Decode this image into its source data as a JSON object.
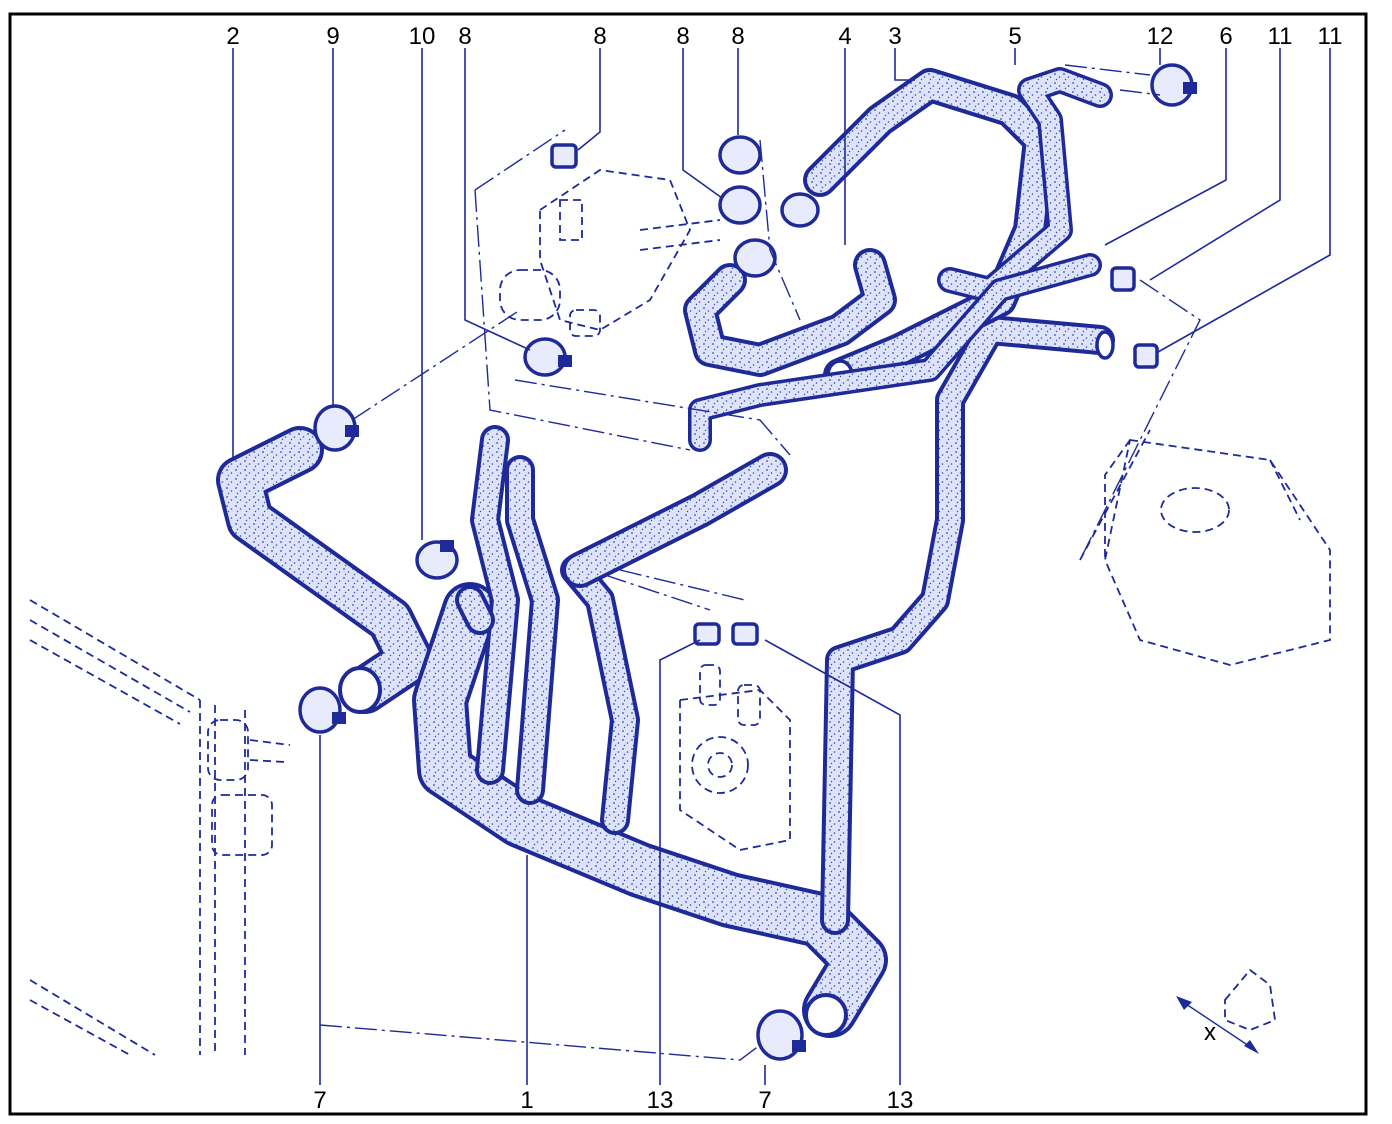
{
  "colors": {
    "line": "#1f2a99",
    "hose_fill": "#dde3f8",
    "stipple": "#3a48b8",
    "frame": "#000000",
    "background": "#ffffff"
  },
  "callouts_top": [
    "2",
    "9",
    "10",
    "8",
    "8",
    "8",
    "8",
    "4",
    "3",
    "5",
    "12",
    "6",
    "11",
    "11"
  ],
  "callouts_bottom": [
    "7",
    "1",
    "13",
    "7",
    "13"
  ],
  "detail_symbol_label": "x"
}
